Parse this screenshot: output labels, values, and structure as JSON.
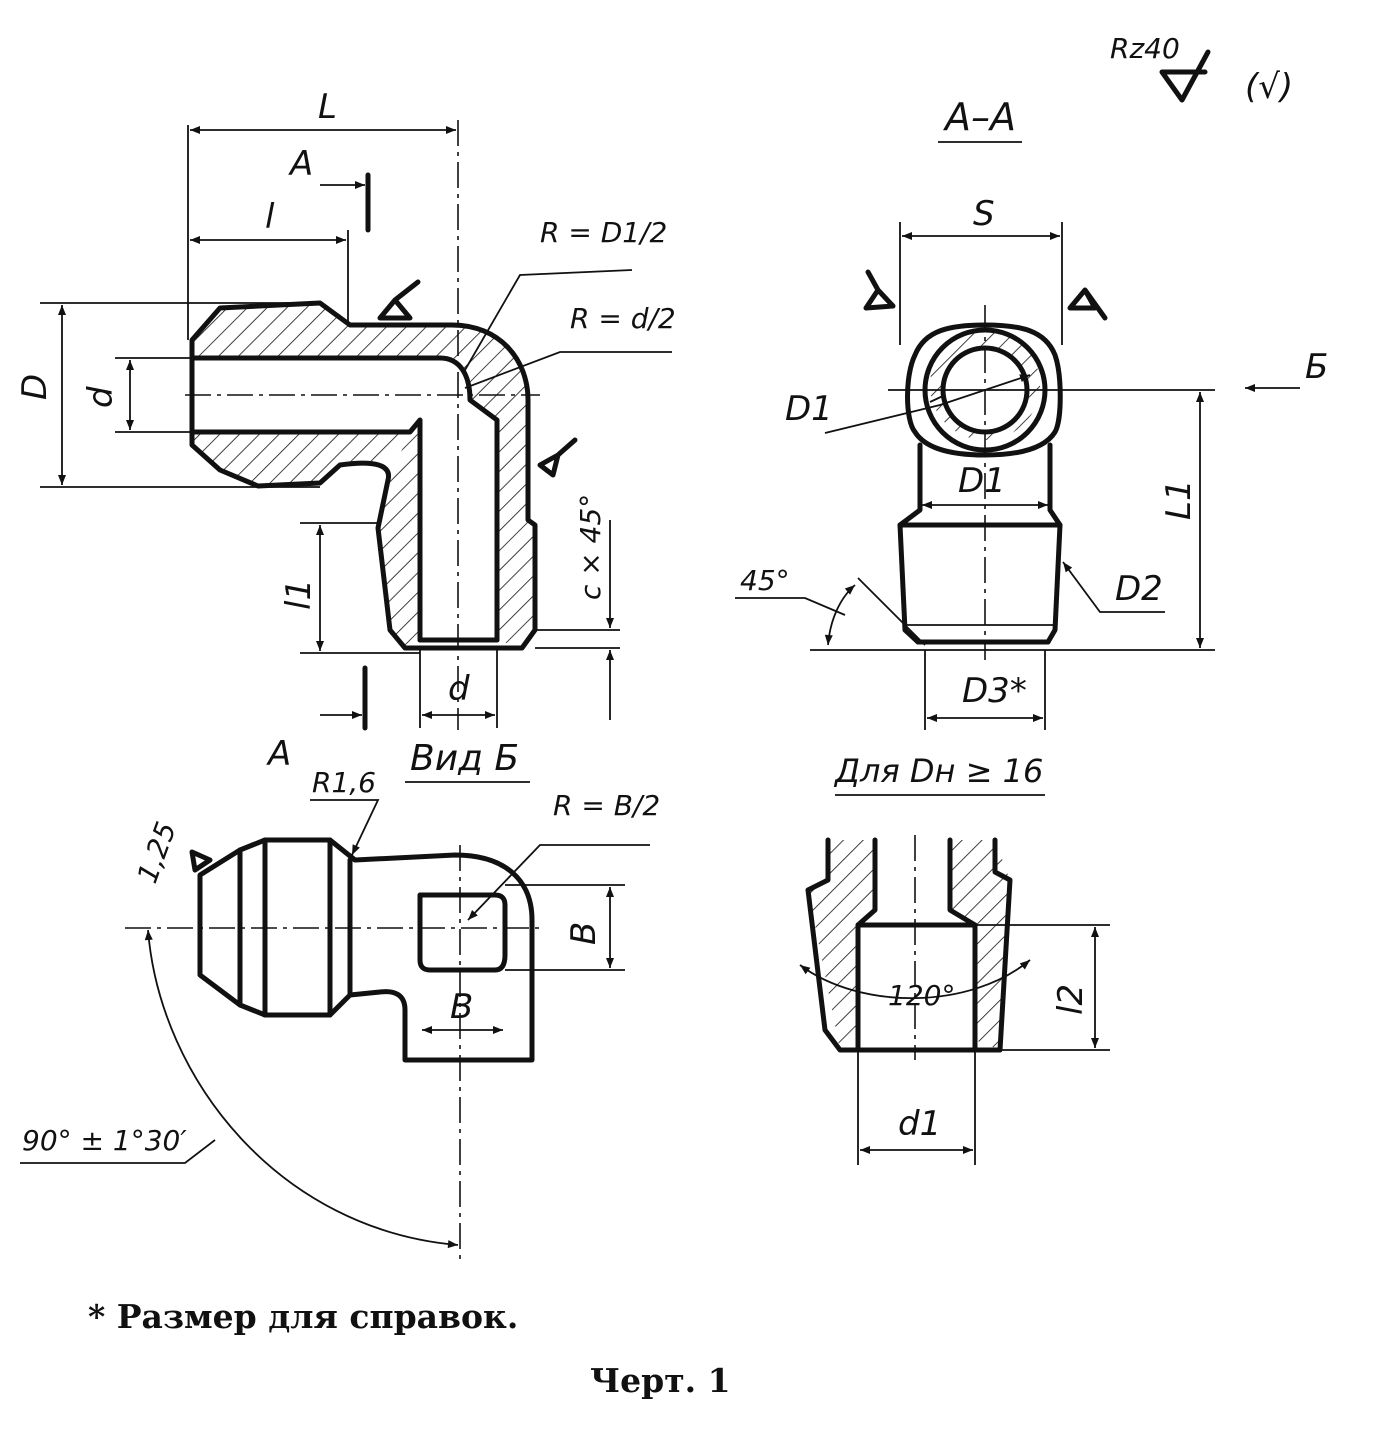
{
  "roughness": {
    "rz": "Rz40",
    "check": "(√)"
  },
  "section": {
    "title": "А–А",
    "marker": "А"
  },
  "view_b": {
    "title": "Вид Б",
    "arrow_letter": "Б"
  },
  "note_d3": {
    "title": "Для  Dн ≥ 16"
  },
  "dims": {
    "L": "L",
    "l": "l",
    "l1": "l1",
    "l2": "l2",
    "D": "D",
    "d": "d",
    "d1": "d1",
    "D1": "D1",
    "D2": "D2",
    "D3": "D3*",
    "L1": "L1",
    "S": "S",
    "B": "B",
    "c45": "c × 45°",
    "r_d1": "R = D1/2",
    "r_d": "R = d/2",
    "r_b": "R = B/2",
    "r16": "R1,6",
    "r125": "1,25",
    "ang45": "45°",
    "ang120": "120°",
    "ang90": "90° ± 1°30′"
  },
  "footnote": "* Размер для справок.",
  "caption": "Черт. 1"
}
